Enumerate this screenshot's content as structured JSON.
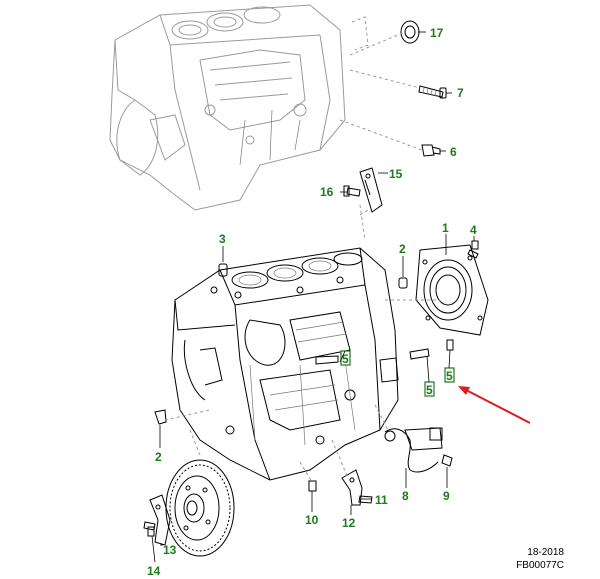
{
  "callouts": [
    {
      "id": "c17",
      "text": "17"
    },
    {
      "id": "c7",
      "text": "7"
    },
    {
      "id": "c6",
      "text": "6"
    },
    {
      "id": "c15",
      "text": "15"
    },
    {
      "id": "c16",
      "text": "16"
    },
    {
      "id": "c3",
      "text": "3"
    },
    {
      "id": "c1",
      "text": "1"
    },
    {
      "id": "c4",
      "text": "4"
    },
    {
      "id": "c2a",
      "text": "2"
    },
    {
      "id": "c2b",
      "text": "2"
    },
    {
      "id": "c8",
      "text": "8"
    },
    {
      "id": "c9",
      "text": "9"
    },
    {
      "id": "c10",
      "text": "10"
    },
    {
      "id": "c11",
      "text": "11"
    },
    {
      "id": "c12",
      "text": "12"
    },
    {
      "id": "c13",
      "text": "13"
    },
    {
      "id": "c14",
      "text": "14"
    },
    {
      "id": "c5a",
      "text": "5"
    },
    {
      "id": "c5b",
      "text": "5"
    },
    {
      "id": "c5c",
      "text": "5"
    }
  ],
  "reference": {
    "date": "18-2018",
    "code": "FB00077C"
  },
  "colors": {
    "callout": "#1d7a1d",
    "arrow": "#d81e1e",
    "line": "#000000"
  }
}
